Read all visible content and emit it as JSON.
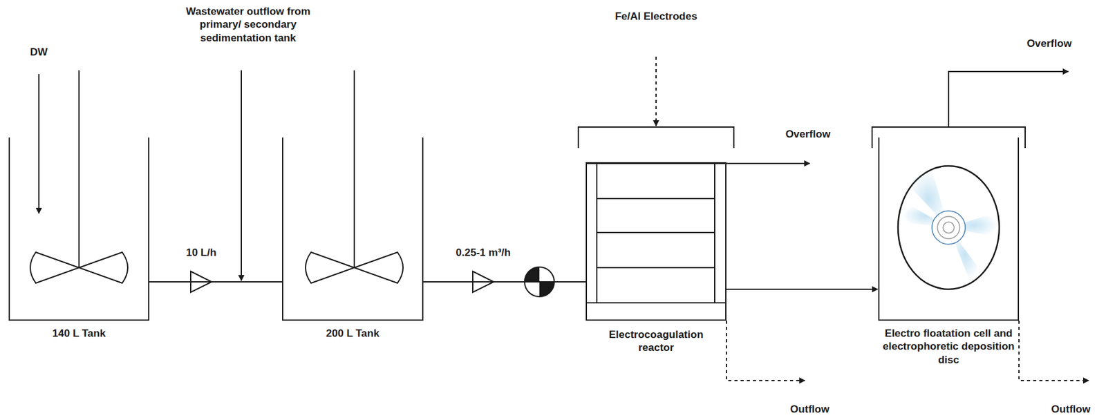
{
  "diagram": {
    "nodes": [
      {
        "text": [
          "140 L Tank"
        ]
      },
      {
        "text": [
          "200 L Tank"
        ]
      },
      {
        "text": [
          "Electrocoagulation reactor"
        ]
      },
      {
        "text": [
          "Electro floatation cell and electrophoretic deposition disc"
        ]
      }
    ],
    "edges": [
      {
        "from": 0,
        "to": 1,
        "arrow": "none",
        "label": "10 L/h"
      },
      {
        "from": 1,
        "to": 2,
        "arrow": "none",
        "label": "0.25-1 m³/h"
      },
      {
        "from": 2,
        "to": 3,
        "arrow": "to"
      }
    ],
    "labels": [
      "DW",
      "Wastewater outflow from primary/ secondary sedimentation tank",
      "Fe/Al Electrodes",
      "Overflow",
      "Overflow",
      "Outflow",
      "Outflow"
    ]
  }
}
